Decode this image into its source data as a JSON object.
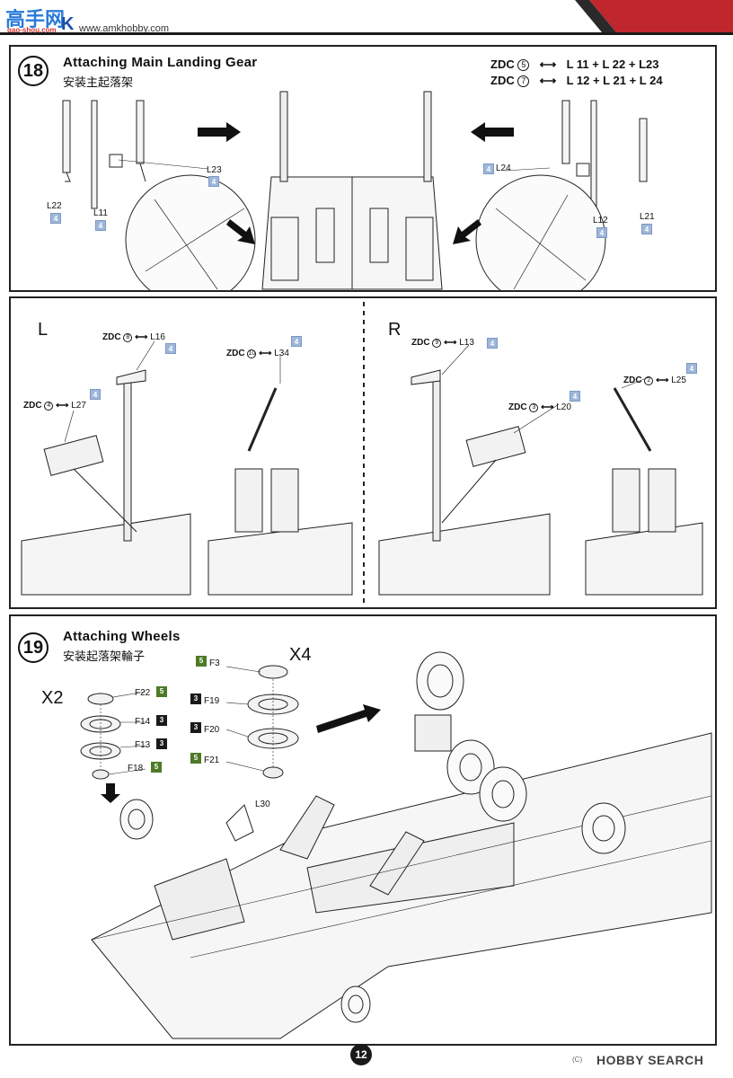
{
  "header": {
    "logo_main": "高手网",
    "logo_k": "K",
    "logo_sub": "gao-shou.com",
    "site": "www.amkhobby.com"
  },
  "step18": {
    "number": "18",
    "title": "Attaching Main Landing Gear",
    "subtitle": "安装主起落架",
    "zdc": [
      {
        "prefix": "ZDC",
        "num": "5",
        "parts": "L 11 + L 22 + L23"
      },
      {
        "prefix": "ZDC",
        "num": "7",
        "parts": "L 12 + L 21 + L 24"
      }
    ],
    "parts": {
      "l23": "L23",
      "l22": "L22",
      "l11": "L11",
      "l24": "L24",
      "l12": "L12",
      "l21": "L21"
    },
    "badge": "4"
  },
  "middle": {
    "left_side": "L",
    "right_side": "R",
    "left": {
      "zdc8": {
        "prefix": "ZDC",
        "num": "8",
        "part": "L16"
      },
      "zdc10": {
        "prefix": "ZDC",
        "num": "10",
        "part": "L34"
      },
      "zdc4": {
        "prefix": "ZDC",
        "num": "4",
        "part": "L27"
      }
    },
    "right": {
      "zdc9": {
        "prefix": "ZDC",
        "num": "9",
        "part": "L13"
      },
      "zdc2": {
        "prefix": "ZDC",
        "num": "2",
        "part": "L25"
      },
      "zdc3": {
        "prefix": "ZDC",
        "num": "3",
        "part": "L20"
      }
    },
    "badge": "4"
  },
  "step19": {
    "number": "19",
    "title": "Attaching Wheels",
    "subtitle": "安装起落架輪子",
    "x2": "X2",
    "x4": "X4",
    "left_parts": [
      {
        "part": "F22",
        "badge": "5",
        "badge_color": "green"
      },
      {
        "part": "F14",
        "badge": "3",
        "badge_color": "black"
      },
      {
        "part": "F13",
        "badge": "3",
        "badge_color": "black"
      },
      {
        "part": "F18",
        "badge": "5",
        "badge_color": "green"
      }
    ],
    "right_parts": [
      {
        "part": "F3",
        "badge": "5",
        "badge_color": "green"
      },
      {
        "part": "F19",
        "badge": "3",
        "badge_color": "black"
      },
      {
        "part": "F20",
        "badge": "3",
        "badge_color": "black"
      },
      {
        "part": "F21",
        "badge": "5",
        "badge_color": "green"
      }
    ],
    "l30": "L30"
  },
  "footer": {
    "page": "12",
    "watermark": "HOBBY SEARCH",
    "watermark_sub": "(C)"
  },
  "colors": {
    "blue_badge": "#9eb7d9",
    "green_badge": "#4e7a27",
    "black_badge": "#1a1a1a",
    "header_red": "#c0262d"
  }
}
